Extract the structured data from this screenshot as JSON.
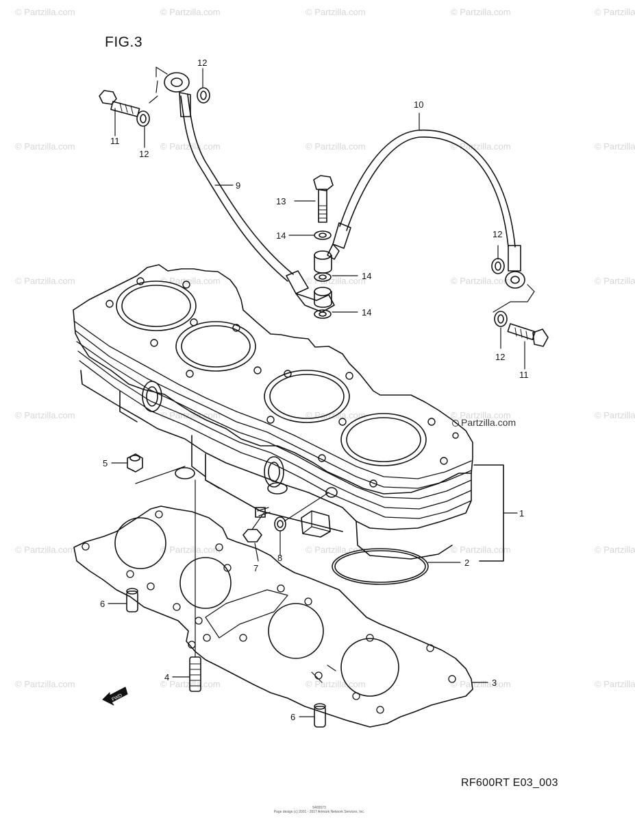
{
  "figure": {
    "title": "FIG.3",
    "code": "RF600RT E03_003",
    "footer_line1": "5465573",
    "footer_line2": "Page design (c) 2001 - 2017 Arimark Network Services, Inc.",
    "fwd_label": "FWD",
    "partzilla_label": "Partzilla.com"
  },
  "watermark": "© Partzilla.com",
  "callouts": [
    {
      "id": "c1",
      "text": "1"
    },
    {
      "id": "c2",
      "text": "2"
    },
    {
      "id": "c3",
      "text": "3"
    },
    {
      "id": "c4",
      "text": "4"
    },
    {
      "id": "c5",
      "text": "5"
    },
    {
      "id": "c6a",
      "text": "6"
    },
    {
      "id": "c6b",
      "text": "6"
    },
    {
      "id": "c7",
      "text": "7"
    },
    {
      "id": "c8",
      "text": "8"
    },
    {
      "id": "c9",
      "text": "9"
    },
    {
      "id": "c10",
      "text": "10"
    },
    {
      "id": "c11a",
      "text": "11"
    },
    {
      "id": "c11b",
      "text": "11"
    },
    {
      "id": "c12a",
      "text": "12"
    },
    {
      "id": "c12b",
      "text": "12"
    },
    {
      "id": "c12c",
      "text": "12"
    },
    {
      "id": "c12d",
      "text": "12"
    },
    {
      "id": "c13",
      "text": "13"
    },
    {
      "id": "c14a",
      "text": "14"
    },
    {
      "id": "c14b",
      "text": "14"
    },
    {
      "id": "c14c",
      "text": "14"
    }
  ],
  "colors": {
    "ink": "#111111",
    "watermark": "#d9d9d9",
    "background": "#ffffff"
  }
}
